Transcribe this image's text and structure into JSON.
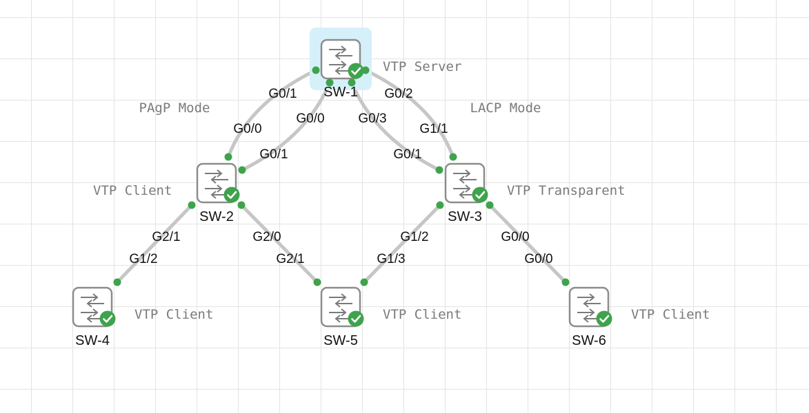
{
  "devices": [
    {
      "id": "sw1",
      "label": "SW-1",
      "role": "VTP Server",
      "selected": true
    },
    {
      "id": "sw2",
      "label": "SW-2",
      "role": "VTP Client"
    },
    {
      "id": "sw3",
      "label": "SW-3",
      "role": "VTP Transparent"
    },
    {
      "id": "sw4",
      "label": "SW-4",
      "role": "VTP Client"
    },
    {
      "id": "sw5",
      "label": "SW-5",
      "role": "VTP Client"
    },
    {
      "id": "sw6",
      "label": "SW-6",
      "role": "VTP Client"
    }
  ],
  "links": [
    {
      "id": "l12a",
      "from": "sw1",
      "to": "sw2",
      "from_port": "G0/1",
      "to_port": "G0/0"
    },
    {
      "id": "l12b",
      "from": "sw1",
      "to": "sw2",
      "from_port": "G0/0",
      "to_port": "G0/1"
    },
    {
      "id": "l13a",
      "from": "sw1",
      "to": "sw3",
      "from_port": "G0/3",
      "to_port": "G0/1"
    },
    {
      "id": "l13b",
      "from": "sw1",
      "to": "sw3",
      "from_port": "G0/2",
      "to_port": "G1/1"
    },
    {
      "id": "l24",
      "from": "sw2",
      "to": "sw4",
      "from_port": "G2/1",
      "to_port": "G1/2"
    },
    {
      "id": "l25",
      "from": "sw2",
      "to": "sw5",
      "from_port": "G2/0",
      "to_port": "G2/1"
    },
    {
      "id": "l35",
      "from": "sw3",
      "to": "sw5",
      "from_port": "G1/2",
      "to_port": "G1/3"
    },
    {
      "id": "l36",
      "from": "sw3",
      "to": "sw6",
      "from_port": "G0/0",
      "to_port": "G0/0"
    }
  ],
  "annotations": [
    {
      "id": "pagp",
      "text": "PAgP Mode"
    },
    {
      "id": "lacp",
      "text": "LACP Mode"
    }
  ],
  "colors": {
    "status_ok": "#3fa34d",
    "link": "#c6c6c6",
    "selection": "#d6f0f9",
    "note_text": "#7a7a7a"
  },
  "icons": {
    "device": "switch-icon",
    "status": "check-circle-icon"
  }
}
